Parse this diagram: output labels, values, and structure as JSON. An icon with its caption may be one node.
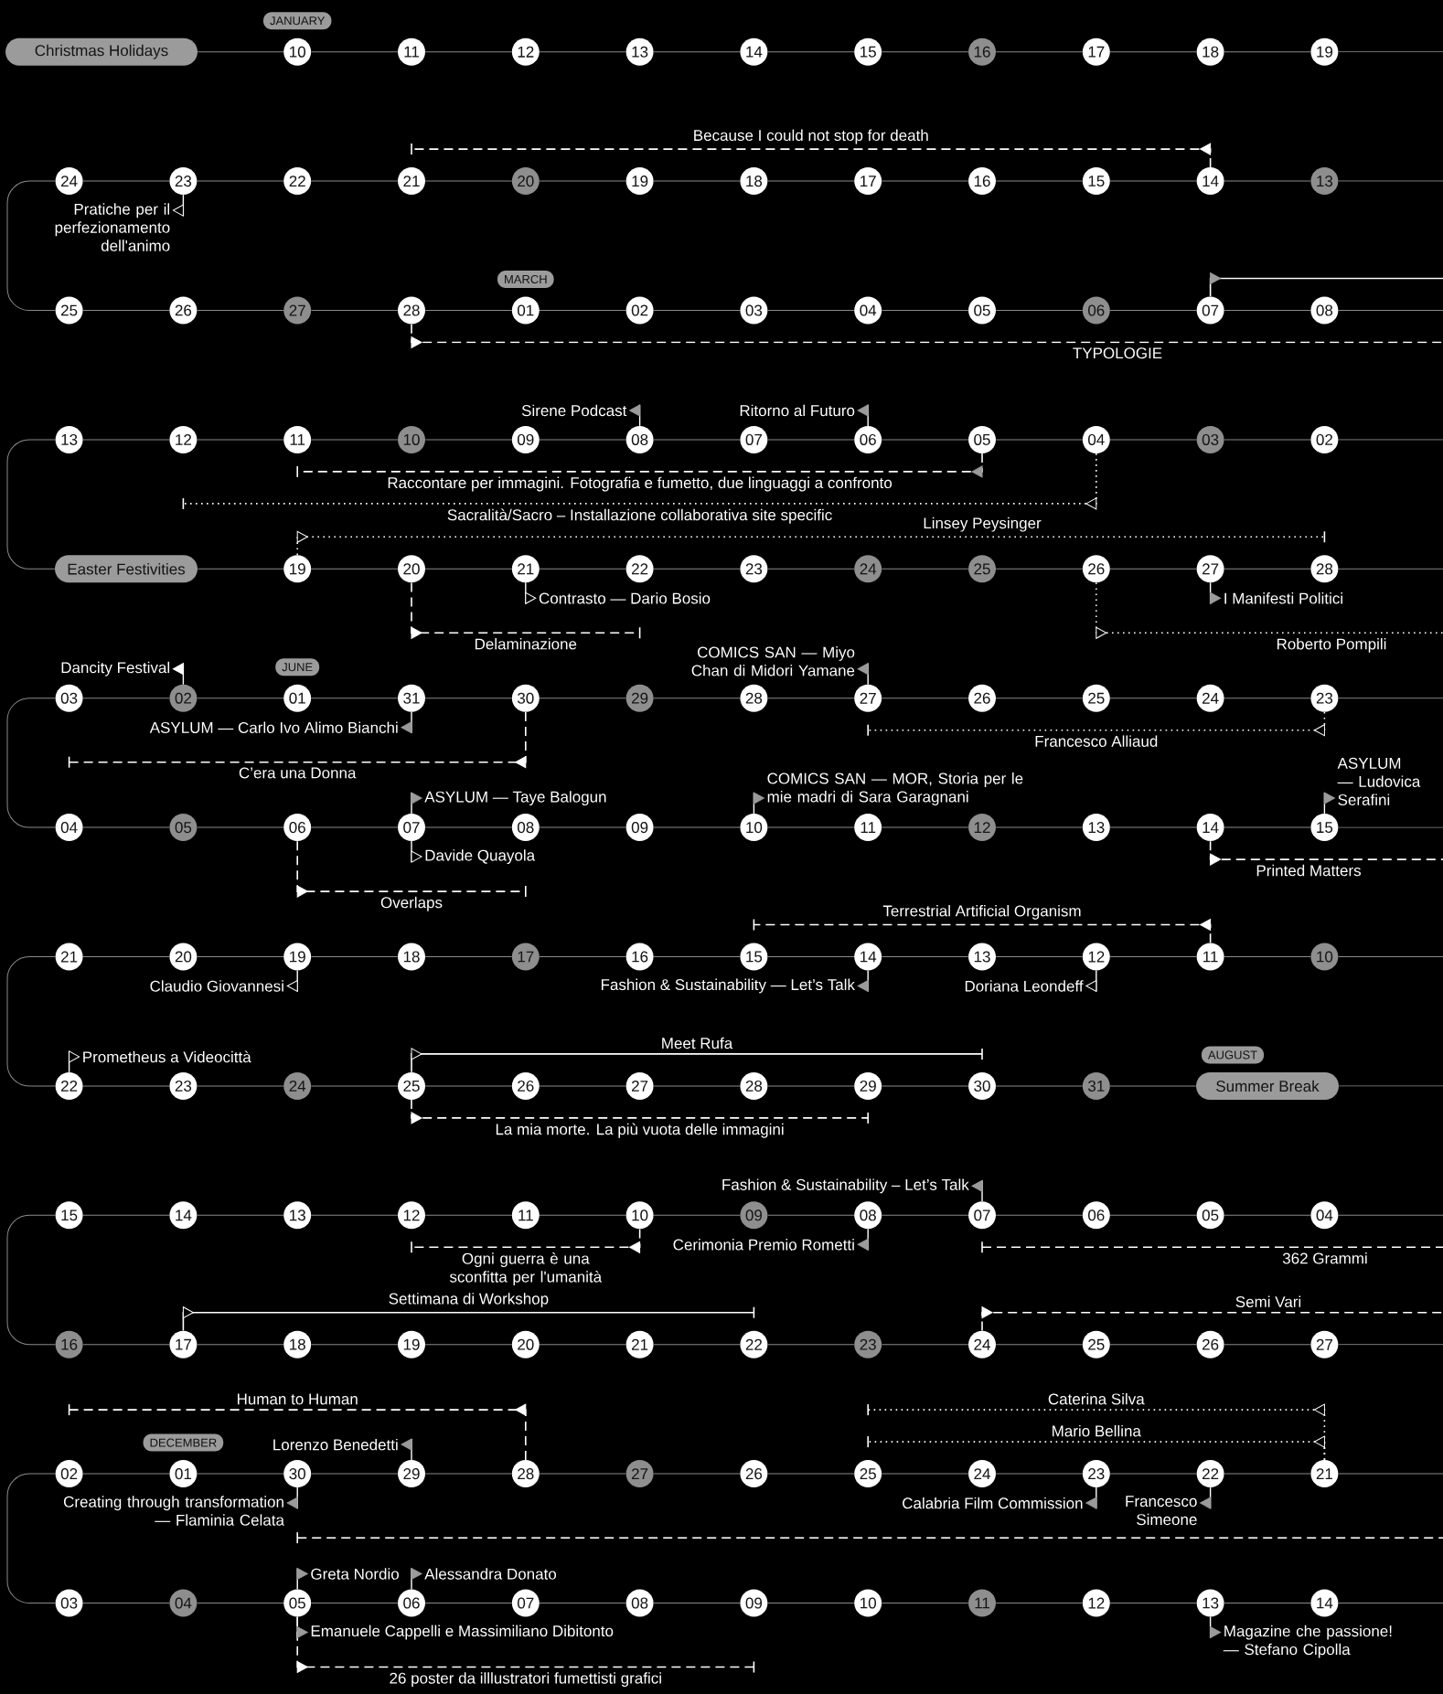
{
  "diagram": {
    "nodes": [
      {
        "text": [
          "Christmas Holidays"
        ]
      },
      {
        "text": [
          "10"
        ]
      },
      {
        "text": [
          "11"
        ]
      },
      {
        "text": [
          "12"
        ]
      },
      {
        "text": [
          "13"
        ]
      },
      {
        "text": [
          "14"
        ]
      },
      {
        "text": [
          "15"
        ]
      },
      {
        "text": [
          "16"
        ]
      },
      {
        "text": [
          "17"
        ]
      },
      {
        "text": [
          "18"
        ]
      },
      {
        "text": [
          "19"
        ]
      },
      {
        "text": [
          "13"
        ]
      },
      {
        "text": [
          "14"
        ]
      },
      {
        "text": [
          "15"
        ]
      },
      {
        "text": [
          "16"
        ]
      },
      {
        "text": [
          "17"
        ]
      },
      {
        "text": [
          "18"
        ]
      },
      {
        "text": [
          "19"
        ]
      },
      {
        "text": [
          "20"
        ]
      },
      {
        "text": [
          "21"
        ]
      },
      {
        "text": [
          "22"
        ]
      },
      {
        "text": [
          "23"
        ],
        "beside": [
          "Pratiche per il perfezionamento dell'animo"
        ]
      },
      {
        "text": [
          "24"
        ]
      },
      {
        "text": [
          "25"
        ]
      },
      {
        "text": [
          "26"
        ]
      },
      {
        "text": [
          "27"
        ]
      },
      {
        "text": [
          "28"
        ]
      },
      {
        "text": [
          "01"
        ]
      },
      {
        "text": [
          "02"
        ]
      },
      {
        "text": [
          "03"
        ]
      },
      {
        "text": [
          "04"
        ]
      },
      {
        "text": [
          "05"
        ]
      },
      {
        "text": [
          "06"
        ]
      },
      {
        "text": [
          "07"
        ]
      },
      {
        "text": [
          "08"
        ]
      },
      {
        "text": [
          "02"
        ]
      },
      {
        "text": [
          "03"
        ]
      },
      {
        "text": [
          "04"
        ]
      },
      {
        "text": [
          "05"
        ]
      },
      {
        "text": [
          "06"
        ],
        "beside": [
          "Ritorno al Futuro"
        ]
      },
      {
        "text": [
          "07"
        ]
      },
      {
        "text": [
          "08"
        ],
        "beside": [
          "Sirene Podcast"
        ]
      },
      {
        "text": [
          "09"
        ]
      },
      {
        "text": [
          "10"
        ]
      },
      {
        "text": [
          "11"
        ]
      },
      {
        "text": [
          "12"
        ]
      },
      {
        "text": [
          "13"
        ]
      },
      {
        "text": [
          "Easter Festivities"
        ]
      },
      {
        "text": [
          "19"
        ]
      },
      {
        "text": [
          "20"
        ]
      },
      {
        "text": [
          "21"
        ],
        "beside": [
          "Contrasto — Dario Bosio"
        ]
      },
      {
        "text": [
          "22"
        ]
      },
      {
        "text": [
          "23"
        ]
      },
      {
        "text": [
          "24"
        ]
      },
      {
        "text": [
          "25"
        ]
      },
      {
        "text": [
          "26"
        ]
      },
      {
        "text": [
          "27"
        ],
        "beside": [
          "I Manifesti Politici"
        ]
      },
      {
        "text": [
          "28"
        ]
      },
      {
        "text": [
          "23"
        ]
      },
      {
        "text": [
          "24"
        ]
      },
      {
        "text": [
          "25"
        ]
      },
      {
        "text": [
          "26"
        ]
      },
      {
        "text": [
          "27"
        ],
        "beside": [
          "COMICS SAN — Miyo Chan di Midori Yamane"
        ]
      },
      {
        "text": [
          "28"
        ]
      },
      {
        "text": [
          "29"
        ]
      },
      {
        "text": [
          "30"
        ]
      },
      {
        "text": [
          "31"
        ],
        "beside": [
          "ASYLUM — Carlo Ivo Alimo Bianchi"
        ]
      },
      {
        "text": [
          "01"
        ]
      },
      {
        "text": [
          "02"
        ],
        "beside": [
          "Dancity Festival"
        ]
      },
      {
        "text": [
          "03"
        ]
      },
      {
        "text": [
          "04"
        ]
      },
      {
        "text": [
          "05"
        ]
      },
      {
        "text": [
          "06"
        ]
      },
      {
        "text": [
          "07"
        ],
        "beside": [
          "ASYLUM — Taye Balogun",
          "Davide Quayola"
        ]
      },
      {
        "text": [
          "08"
        ]
      },
      {
        "text": [
          "09"
        ]
      },
      {
        "text": [
          "10"
        ],
        "beside": [
          "COMICS SAN — MOR, Storia per le mie madri di Sara Garagnani"
        ]
      },
      {
        "text": [
          "11"
        ]
      },
      {
        "text": [
          "12"
        ]
      },
      {
        "text": [
          "13"
        ]
      },
      {
        "text": [
          "14"
        ]
      },
      {
        "text": [
          "15"
        ],
        "beside": [
          "ASYLUM — Ludovica Serafini"
        ]
      },
      {
        "text": [
          "10"
        ]
      },
      {
        "text": [
          "11"
        ]
      },
      {
        "text": [
          "12"
        ],
        "beside": [
          "Doriana Leondeff"
        ]
      },
      {
        "text": [
          "13"
        ]
      },
      {
        "text": [
          "14"
        ],
        "beside": [
          "Fashion & Sustainability — Let’s Talk"
        ]
      },
      {
        "text": [
          "15"
        ]
      },
      {
        "text": [
          "16"
        ]
      },
      {
        "text": [
          "17"
        ]
      },
      {
        "text": [
          "18"
        ]
      },
      {
        "text": [
          "19"
        ],
        "beside": [
          "Claudio Giovannesi"
        ]
      },
      {
        "text": [
          "20"
        ]
      },
      {
        "text": [
          "21"
        ]
      },
      {
        "text": [
          "22"
        ],
        "beside": [
          "Prometheus a Videocittà"
        ]
      },
      {
        "text": [
          "23"
        ]
      },
      {
        "text": [
          "24"
        ]
      },
      {
        "text": [
          "25"
        ]
      },
      {
        "text": [
          "26"
        ]
      },
      {
        "text": [
          "27"
        ]
      },
      {
        "text": [
          "28"
        ]
      },
      {
        "text": [
          "29"
        ]
      },
      {
        "text": [
          "30"
        ]
      },
      {
        "text": [
          "31"
        ]
      },
      {
        "text": [
          "Summer Break"
        ]
      },
      {
        "text": [
          "04"
        ]
      },
      {
        "text": [
          "05"
        ]
      },
      {
        "text": [
          "06"
        ]
      },
      {
        "text": [
          "07"
        ],
        "beside": [
          "Fashion & Sustainability – Let’s Talk"
        ]
      },
      {
        "text": [
          "08"
        ],
        "beside": [
          "Cerimonia Premio Rometti"
        ]
      },
      {
        "text": [
          "09"
        ]
      },
      {
        "text": [
          "10"
        ]
      },
      {
        "text": [
          "11"
        ]
      },
      {
        "text": [
          "12"
        ]
      },
      {
        "text": [
          "13"
        ]
      },
      {
        "text": [
          "14"
        ]
      },
      {
        "text": [
          "15"
        ]
      },
      {
        "text": [
          "16"
        ]
      },
      {
        "text": [
          "17"
        ]
      },
      {
        "text": [
          "18"
        ]
      },
      {
        "text": [
          "19"
        ]
      },
      {
        "text": [
          "20"
        ]
      },
      {
        "text": [
          "21"
        ]
      },
      {
        "text": [
          "22"
        ]
      },
      {
        "text": [
          "23"
        ]
      },
      {
        "text": [
          "24"
        ]
      },
      {
        "text": [
          "25"
        ]
      },
      {
        "text": [
          "26"
        ]
      },
      {
        "text": [
          "27"
        ]
      },
      {
        "text": [
          "21"
        ]
      },
      {
        "text": [
          "22"
        ],
        "beside": [
          "Francesco Simeone"
        ]
      },
      {
        "text": [
          "23"
        ],
        "beside": [
          "Calabria Film Commission"
        ]
      },
      {
        "text": [
          "24"
        ]
      },
      {
        "text": [
          "25"
        ]
      },
      {
        "text": [
          "26"
        ]
      },
      {
        "text": [
          "27"
        ]
      },
      {
        "text": [
          "28"
        ]
      },
      {
        "text": [
          "29"
        ],
        "beside": [
          "Lorenzo Benedetti"
        ]
      },
      {
        "text": [
          "30"
        ],
        "beside": [
          "Creating through transformation — Flaminia Celata"
        ]
      },
      {
        "text": [
          "01"
        ]
      },
      {
        "text": [
          "02"
        ]
      },
      {
        "text": [
          "03"
        ]
      },
      {
        "text": [
          "04"
        ]
      },
      {
        "text": [
          "05"
        ],
        "beside": [
          "Greta Nordio",
          "Emanuele Cappelli e Massimiliano Dibitonto"
        ]
      },
      {
        "text": [
          "06"
        ],
        "beside": [
          "Alessandra Donato"
        ]
      },
      {
        "text": [
          "07"
        ]
      },
      {
        "text": [
          "08"
        ]
      },
      {
        "text": [
          "09"
        ]
      },
      {
        "text": [
          "10"
        ]
      },
      {
        "text": [
          "11"
        ]
      },
      {
        "text": [
          "12"
        ]
      },
      {
        "text": [
          "13"
        ],
        "beside": [
          "Magazine che passione! — Stefano Cipolla"
        ]
      },
      {
        "text": [
          "14"
        ]
      },
      {
        "text": [
          "JANUARY"
        ]
      },
      {
        "text": [
          "MARCH"
        ]
      },
      {
        "text": [
          "JUNE"
        ]
      },
      {
        "text": [
          "AUGUST"
        ]
      },
      {
        "text": [
          "DECEMBER"
        ]
      }
    ],
    "edges": [
      {
        "from": 0,
        "to": 1,
        "arrow": "none"
      },
      {
        "from": 1,
        "to": 2,
        "arrow": "none"
      },
      {
        "from": 2,
        "to": 3,
        "arrow": "none"
      },
      {
        "from": 3,
        "to": 4,
        "arrow": "none"
      },
      {
        "from": 4,
        "to": 5,
        "arrow": "none"
      },
      {
        "from": 5,
        "to": 6,
        "arrow": "none"
      },
      {
        "from": 6,
        "to": 7,
        "arrow": "none"
      },
      {
        "from": 7,
        "to": 8,
        "arrow": "none"
      },
      {
        "from": 8,
        "to": 9,
        "arrow": "none"
      },
      {
        "from": 9,
        "to": 10,
        "arrow": "none"
      },
      {
        "from": 11,
        "to": 12,
        "arrow": "none"
      },
      {
        "from": 12,
        "to": 13,
        "arrow": "none"
      },
      {
        "from": 13,
        "to": 14,
        "arrow": "none"
      },
      {
        "from": 14,
        "to": 15,
        "arrow": "none"
      },
      {
        "from": 15,
        "to": 16,
        "arrow": "none"
      },
      {
        "from": 16,
        "to": 17,
        "arrow": "none"
      },
      {
        "from": 17,
        "to": 18,
        "arrow": "none"
      },
      {
        "from": 18,
        "to": 19,
        "arrow": "none"
      },
      {
        "from": 19,
        "to": 20,
        "arrow": "none"
      },
      {
        "from": 20,
        "to": 21,
        "arrow": "none"
      },
      {
        "from": 21,
        "to": 22,
        "arrow": "none"
      },
      {
        "from": 22,
        "to": 23,
        "arrow": "none"
      },
      {
        "from": 23,
        "to": 24,
        "arrow": "none"
      },
      {
        "from": 24,
        "to": 25,
        "arrow": "none"
      },
      {
        "from": 25,
        "to": 26,
        "arrow": "none"
      },
      {
        "from": 26,
        "to": 27,
        "arrow": "none"
      },
      {
        "from": 27,
        "to": 28,
        "arrow": "none"
      },
      {
        "from": 28,
        "to": 29,
        "arrow": "none"
      },
      {
        "from": 29,
        "to": 30,
        "arrow": "none"
      },
      {
        "from": 30,
        "to": 31,
        "arrow": "none"
      },
      {
        "from": 31,
        "to": 32,
        "arrow": "none"
      },
      {
        "from": 32,
        "to": 33,
        "arrow": "none"
      },
      {
        "from": 33,
        "to": 34,
        "arrow": "none"
      },
      {
        "from": 35,
        "to": 36,
        "arrow": "none"
      },
      {
        "from": 36,
        "to": 37,
        "arrow": "none"
      },
      {
        "from": 37,
        "to": 38,
        "arrow": "none"
      },
      {
        "from": 38,
        "to": 39,
        "arrow": "none"
      },
      {
        "from": 39,
        "to": 40,
        "arrow": "none"
      },
      {
        "from": 40,
        "to": 41,
        "arrow": "none"
      },
      {
        "from": 41,
        "to": 42,
        "arrow": "none"
      },
      {
        "from": 42,
        "to": 43,
        "arrow": "none"
      },
      {
        "from": 43,
        "to": 44,
        "arrow": "none"
      },
      {
        "from": 44,
        "to": 45,
        "arrow": "none"
      },
      {
        "from": 45,
        "to": 46,
        "arrow": "none"
      },
      {
        "from": 46,
        "to": 47,
        "arrow": "none"
      },
      {
        "from": 47,
        "to": 48,
        "arrow": "none"
      },
      {
        "from": 48,
        "to": 49,
        "arrow": "none"
      },
      {
        "from": 49,
        "to": 50,
        "arrow": "none"
      },
      {
        "from": 50,
        "to": 51,
        "arrow": "none"
      },
      {
        "from": 51,
        "to": 52,
        "arrow": "none"
      },
      {
        "from": 52,
        "to": 53,
        "arrow": "none"
      },
      {
        "from": 53,
        "to": 54,
        "arrow": "none"
      },
      {
        "from": 54,
        "to": 55,
        "arrow": "none"
      },
      {
        "from": 55,
        "to": 56,
        "arrow": "none"
      },
      {
        "from": 56,
        "to": 57,
        "arrow": "none"
      },
      {
        "from": 58,
        "to": 59,
        "arrow": "none"
      },
      {
        "from": 59,
        "to": 60,
        "arrow": "none"
      },
      {
        "from": 60,
        "to": 61,
        "arrow": "none"
      },
      {
        "from": 61,
        "to": 62,
        "arrow": "none"
      },
      {
        "from": 62,
        "to": 63,
        "arrow": "none"
      },
      {
        "from": 63,
        "to": 64,
        "arrow": "none"
      },
      {
        "from": 64,
        "to": 65,
        "arrow": "none"
      },
      {
        "from": 65,
        "to": 66,
        "arrow": "none"
      },
      {
        "from": 66,
        "to": 67,
        "arrow": "none"
      },
      {
        "from": 67,
        "to": 68,
        "arrow": "none"
      },
      {
        "from": 68,
        "to": 69,
        "arrow": "none"
      },
      {
        "from": 69,
        "to": 70,
        "arrow": "none"
      },
      {
        "from": 70,
        "to": 71,
        "arrow": "none"
      },
      {
        "from": 71,
        "to": 72,
        "arrow": "none"
      },
      {
        "from": 72,
        "to": 73,
        "arrow": "none"
      },
      {
        "from": 73,
        "to": 74,
        "arrow": "none"
      },
      {
        "from": 74,
        "to": 75,
        "arrow": "none"
      },
      {
        "from": 75,
        "to": 76,
        "arrow": "none"
      },
      {
        "from": 76,
        "to": 77,
        "arrow": "none"
      },
      {
        "from": 77,
        "to": 78,
        "arrow": "none"
      },
      {
        "from": 78,
        "to": 79,
        "arrow": "none"
      },
      {
        "from": 79,
        "to": 80,
        "arrow": "none"
      },
      {
        "from": 80,
        "to": 81,
        "arrow": "none"
      },
      {
        "from": 82,
        "to": 83,
        "arrow": "none"
      },
      {
        "from": 83,
        "to": 84,
        "arrow": "none"
      },
      {
        "from": 84,
        "to": 85,
        "arrow": "none"
      },
      {
        "from": 85,
        "to": 86,
        "arrow": "none"
      },
      {
        "from": 86,
        "to": 87,
        "arrow": "none"
      },
      {
        "from": 87,
        "to": 88,
        "arrow": "none"
      },
      {
        "from": 88,
        "to": 89,
        "arrow": "none"
      },
      {
        "from": 89,
        "to": 90,
        "arrow": "none"
      },
      {
        "from": 90,
        "to": 91,
        "arrow": "none"
      },
      {
        "from": 91,
        "to": 92,
        "arrow": "none"
      },
      {
        "from": 92,
        "to": 93,
        "arrow": "none"
      },
      {
        "from": 93,
        "to": 94,
        "arrow": "none"
      },
      {
        "from": 94,
        "to": 95,
        "arrow": "none"
      },
      {
        "from": 95,
        "to": 96,
        "arrow": "none"
      },
      {
        "from": 96,
        "to": 97,
        "arrow": "none"
      },
      {
        "from": 97,
        "to": 98,
        "arrow": "none"
      },
      {
        "from": 98,
        "to": 99,
        "arrow": "none"
      },
      {
        "from": 99,
        "to": 100,
        "arrow": "none"
      },
      {
        "from": 100,
        "to": 101,
        "arrow": "none"
      },
      {
        "from": 101,
        "to": 102,
        "arrow": "none"
      },
      {
        "from": 102,
        "to": 103,
        "arrow": "none"
      },
      {
        "from": 103,
        "to": 104,
        "arrow": "none"
      },
      {
        "from": 105,
        "to": 106,
        "arrow": "none"
      },
      {
        "from": 106,
        "to": 107,
        "arrow": "none"
      },
      {
        "from": 107,
        "to": 108,
        "arrow": "none"
      },
      {
        "from": 108,
        "to": 109,
        "arrow": "none"
      },
      {
        "from": 109,
        "to": 110,
        "arrow": "none"
      },
      {
        "from": 110,
        "to": 111,
        "arrow": "none"
      },
      {
        "from": 111,
        "to": 112,
        "arrow": "none"
      },
      {
        "from": 112,
        "to": 113,
        "arrow": "none"
      },
      {
        "from": 113,
        "to": 114,
        "arrow": "none"
      },
      {
        "from": 114,
        "to": 115,
        "arrow": "none"
      },
      {
        "from": 115,
        "to": 116,
        "arrow": "none"
      },
      {
        "from": 116,
        "to": 117,
        "arrow": "none"
      },
      {
        "from": 117,
        "to": 118,
        "arrow": "none"
      },
      {
        "from": 118,
        "to": 119,
        "arrow": "none"
      },
      {
        "from": 119,
        "to": 120,
        "arrow": "none"
      },
      {
        "from": 120,
        "to": 121,
        "arrow": "none"
      },
      {
        "from": 121,
        "to": 122,
        "arrow": "none"
      },
      {
        "from": 122,
        "to": 123,
        "arrow": "none"
      },
      {
        "from": 123,
        "to": 124,
        "arrow": "none"
      },
      {
        "from": 124,
        "to": 125,
        "arrow": "none"
      },
      {
        "from": 125,
        "to": 126,
        "arrow": "none"
      },
      {
        "from": 126,
        "to": 127,
        "arrow": "none"
      },
      {
        "from": 127,
        "to": 128,
        "arrow": "none"
      },
      {
        "from": 129,
        "to": 130,
        "arrow": "none"
      },
      {
        "from": 130,
        "to": 131,
        "arrow": "none"
      },
      {
        "from": 131,
        "to": 132,
        "arrow": "none"
      },
      {
        "from": 132,
        "to": 133,
        "arrow": "none"
      },
      {
        "from": 133,
        "to": 134,
        "arrow": "none"
      },
      {
        "from": 134,
        "to": 135,
        "arrow": "none"
      },
      {
        "from": 135,
        "to": 136,
        "arrow": "none"
      },
      {
        "from": 136,
        "to": 137,
        "arrow": "none"
      },
      {
        "from": 137,
        "to": 138,
        "arrow": "none"
      },
      {
        "from": 138,
        "to": 139,
        "arrow": "none"
      },
      {
        "from": 139,
        "to": 140,
        "arrow": "none"
      },
      {
        "from": 140,
        "to": 141,
        "arrow": "none"
      },
      {
        "from": 141,
        "to": 142,
        "arrow": "none"
      },
      {
        "from": 142,
        "to": 143,
        "arrow": "none"
      },
      {
        "from": 143,
        "to": 144,
        "arrow": "none"
      },
      {
        "from": 144,
        "to": 145,
        "arrow": "none"
      },
      {
        "from": 145,
        "to": 146,
        "arrow": "none"
      },
      {
        "from": 146,
        "to": 147,
        "arrow": "none"
      },
      {
        "from": 147,
        "to": 148,
        "arrow": "none"
      },
      {
        "from": 148,
        "to": 149,
        "arrow": "none"
      },
      {
        "from": 149,
        "to": 150,
        "arrow": "none"
      },
      {
        "from": 150,
        "to": 151,
        "arrow": "none"
      },
      {
        "from": 151,
        "to": 152,
        "arrow": "none"
      },
      {
        "from": 10,
        "to": null,
        "arrow": "none"
      },
      {
        "from": null,
        "to": 11,
        "arrow": "none"
      },
      {
        "from": 34,
        "to": null,
        "arrow": "none"
      },
      {
        "from": null,
        "to": 35,
        "arrow": "none"
      },
      {
        "from": 57,
        "to": null,
        "arrow": "none"
      },
      {
        "from": null,
        "to": 58,
        "arrow": "none"
      },
      {
        "from": 81,
        "to": null,
        "arrow": "none"
      },
      {
        "from": null,
        "to": 82,
        "arrow": "none"
      },
      {
        "from": 104,
        "to": null,
        "arrow": "none"
      },
      {
        "from": null,
        "to": 105,
        "arrow": "none"
      },
      {
        "from": 128,
        "to": null,
        "arrow": "none"
      },
      {
        "from": null,
        "to": 129,
        "arrow": "none"
      },
      {
        "from": 152,
        "to": null,
        "arrow": "none"
      },
      {
        "from": 12,
        "to": null,
        "arrow": "none",
        "label": "Because I could not stop for death",
        "style": "dashed",
        "color": "#ffffff"
      },
      {
        "from": 26,
        "to": null,
        "arrow": "none",
        "label": "TYPOLOGIE",
        "style": "dashed",
        "color": "#ffffff"
      },
      {
        "from": 33,
        "to": null,
        "arrow": "none",
        "color": "#ffffff"
      },
      {
        "from": 38,
        "to": null,
        "arrow": "none",
        "label": "Raccontare per immagini. Fotografia e fumetto, due linguaggi a confronto",
        "style": "dashed",
        "color": "#ffffff"
      },
      {
        "from": 37,
        "to": null,
        "arrow": "none",
        "label": "Sacralità/Sacro – Installazione collaborativa site specific",
        "style": "dashed",
        "color": "#ffffff"
      },
      {
        "from": 48,
        "to": null,
        "arrow": "none",
        "label": "Linsey Peysinger",
        "style": "dashed",
        "color": "#ffffff"
      },
      {
        "from": 49,
        "to": null,
        "arrow": "none",
        "label": "Delaminazione",
        "style": "dashed",
        "color": "#ffffff"
      },
      {
        "from": 55,
        "to": null,
        "arrow": "none",
        "label": "Roberto Pompili",
        "style": "dashed",
        "color": "#ffffff"
      },
      {
        "from": 65,
        "to": null,
        "arrow": "none",
        "label": "C’era una Donna",
        "style": "dashed",
        "color": "#ffffff"
      },
      {
        "from": 58,
        "to": null,
        "arrow": "none",
        "label": "Francesco Alliaud",
        "style": "dashed",
        "color": "#ffffff"
      },
      {
        "from": 72,
        "to": null,
        "arrow": "none",
        "label": "Overlaps",
        "style": "dashed",
        "color": "#ffffff"
      },
      {
        "from": 80,
        "to": null,
        "arrow": "none",
        "label": "Printed Matters",
        "style": "dashed",
        "color": "#ffffff"
      },
      {
        "from": 83,
        "to": null,
        "arrow": "none",
        "label": "Terrestrial Artificial Organism",
        "style": "dashed",
        "color": "#ffffff"
      },
      {
        "from": 97,
        "to": null,
        "arrow": "none",
        "label": "Meet Rufa",
        "color": "#ffffff"
      },
      {
        "from": 97,
        "to": null,
        "arrow": "none",
        "label": "La mia morte. La più vuota delle immagini",
        "style": "dashed",
        "color": "#ffffff"
      },
      {
        "from": 111,
        "to": null,
        "arrow": "none",
        "label": "Ogni guerra è una sconfitta per l'umanità",
        "style": "dashed",
        "color": "#ffffff"
      },
      {
        "from": 118,
        "to": null,
        "arrow": "none",
        "label": "Settimana di Workshop",
        "color": "#ffffff"
      },
      {
        "from": 125,
        "to": null,
        "arrow": "none",
        "label": "Semi Vari",
        "style": "dashed",
        "color": "#ffffff"
      },
      {
        "from": 136,
        "to": null,
        "arrow": "none",
        "label": "Human to Human",
        "style": "dashed",
        "color": "#ffffff"
      },
      {
        "from": 129,
        "to": null,
        "arrow": "none",
        "label": "Caterina Silva",
        "style": "dashed",
        "color": "#ffffff"
      },
      {
        "from": 129,
        "to": null,
        "arrow": "none",
        "label": "Mario Bellina",
        "style": "dashed",
        "color": "#ffffff"
      },
      {
        "from": 143,
        "to": null,
        "arrow": "none",
        "label": "26 poster da illlustratori fumettisti grafici",
        "style": "dashed",
        "color": "#ffffff"
      }
    ],
    "labels": [
      "362 Grammi"
    ]
  }
}
